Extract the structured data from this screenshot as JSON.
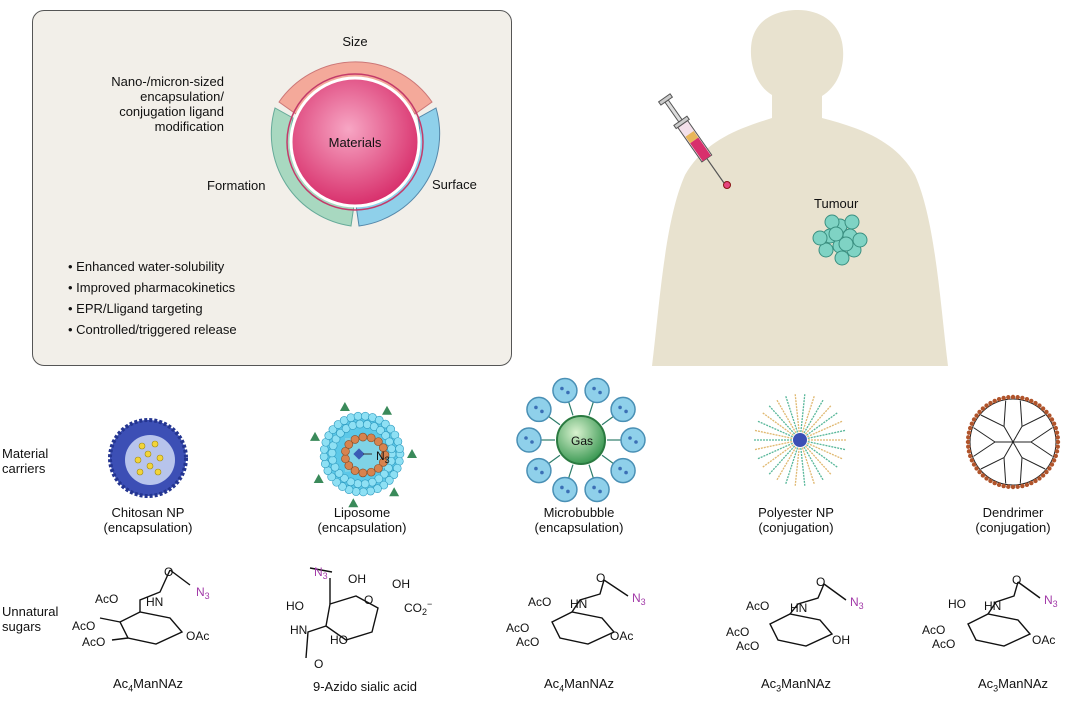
{
  "panel": {
    "ring": {
      "size": "Size",
      "surface": "Surface",
      "formation": "Formation",
      "core": "Materials"
    },
    "nano_label": [
      "Nano-/micron-sized",
      "encapsulation/",
      "conjugation ligand",
      "modification"
    ],
    "bullets": [
      "Enhanced water-solubility",
      "Improved pharmacokinetics",
      "EPR/Lligand targeting",
      "Controlled/triggered release"
    ]
  },
  "body_figure": {
    "tumour_label": "Tumour"
  },
  "row_labels": {
    "carriers": [
      "Material",
      "carriers"
    ],
    "sugars": [
      "Unnatural",
      "sugars"
    ]
  },
  "carriers": [
    {
      "name": "Chitosan NP",
      "mode": "(encapsulation)"
    },
    {
      "name": "Liposome",
      "mode": "(encapsulation)",
      "inner": "N3"
    },
    {
      "name": "Microbubble",
      "mode": "(encapsulation)",
      "core": "Gas"
    },
    {
      "name": "Polyester NP",
      "mode": "(conjugation)"
    },
    {
      "name": "Dendrimer",
      "mode": "(conjugation)"
    }
  ],
  "sugars": [
    {
      "name_main": "Ac",
      "name_sub": "4",
      "name_rest": "ManNAz"
    },
    {
      "name_main": "9-Azido sialic acid",
      "name_sub": "",
      "name_rest": ""
    },
    {
      "name_main": "Ac",
      "name_sub": "4",
      "name_rest": "ManNAz"
    },
    {
      "name_main": "Ac",
      "name_sub": "3",
      "name_rest": "ManNAz"
    },
    {
      "name_main": "Ac",
      "name_sub": "3",
      "name_rest": "ManNAz"
    }
  ],
  "colors": {
    "ring_size": "#f4a99a",
    "ring_surface": "#8fd0ea",
    "ring_formation": "#a8d8c0",
    "core": "#e6457f",
    "body": "#e8e2cf",
    "tumour": "#7fd3c4",
    "azide": "#a23aa8",
    "chitosan": "#3c4fb5",
    "liposome": "#5cc8e8",
    "bubble": "#8fd0ea"
  }
}
